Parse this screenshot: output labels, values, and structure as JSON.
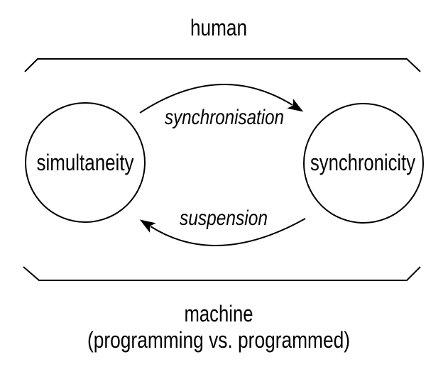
{
  "diagram": {
    "top_label": "human",
    "nodes": {
      "left": "simultaneity",
      "right": "synchronicity"
    },
    "arrows": {
      "forward": "synchronisation",
      "backward": "suspension"
    },
    "bottom_label": "machine",
    "bottom_sublabel": "(programming vs. programmed)",
    "colors": {
      "ink": "#000000",
      "background": "#ffffff"
    }
  }
}
